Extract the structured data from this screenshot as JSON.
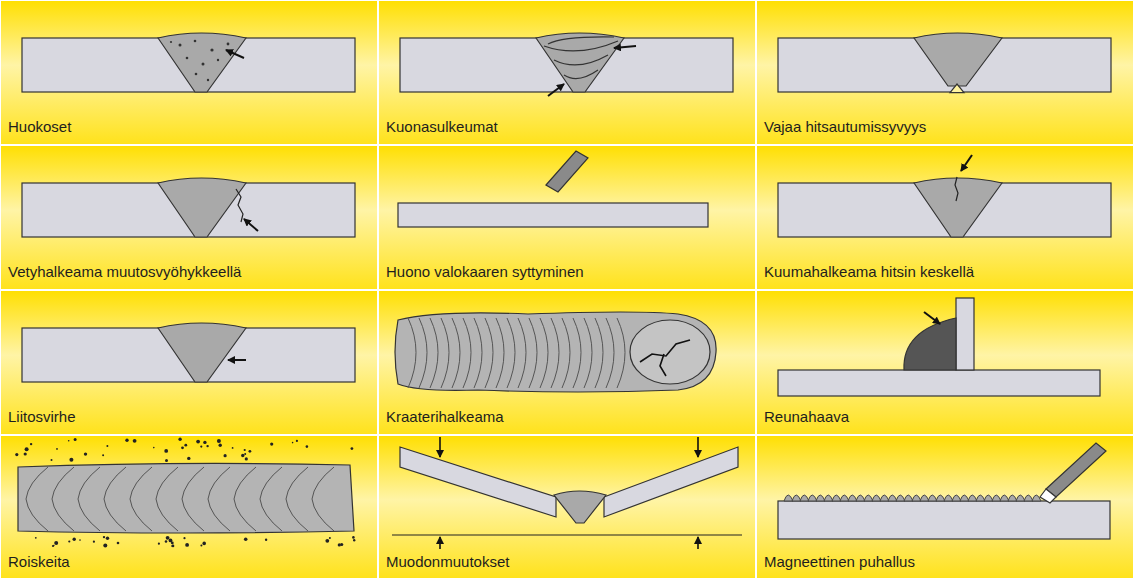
{
  "diagram": {
    "labels": [
      "Huokoset",
      "Kuonasulkeumat",
      "Vajaa hitsautumissyvyys",
      "Vetyhalkeama muutosvyöhykkeellä",
      "Huono valokaaren syttyminen",
      "Kuumahalkeama hitsin keskellä",
      "Liitosvirhe",
      "Kraaterihalkeama",
      "Reunahaava",
      "Roiskeita",
      "Muodonmuutokset",
      "Magneettinen puhallus"
    ]
  }
}
